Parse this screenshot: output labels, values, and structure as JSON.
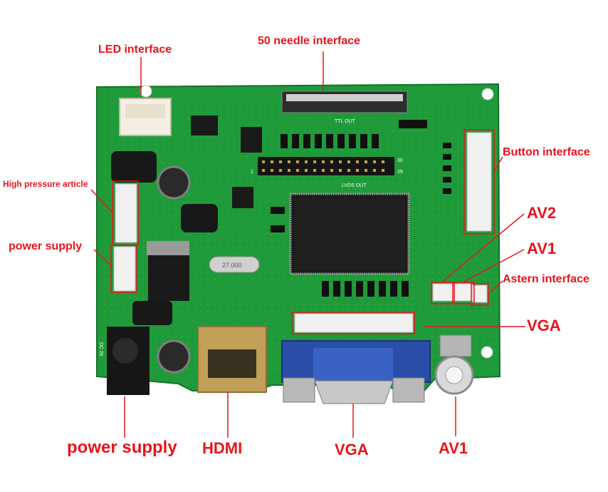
{
  "colors": {
    "label_red": "#e8141b",
    "pcb_green": "#1f9a3a",
    "pcb_dark": "#167a2d",
    "connector_white": "#f1f1f1",
    "vga_blue": "#2a4ea8"
  },
  "labels": {
    "led_interface": "LED interface",
    "needle_interface": "50 needle interface",
    "button_interface": "Button interface",
    "high_pressure": "High pressure article",
    "power_supply_left": "power supply",
    "av2": "AV2",
    "av1_right": "AV1",
    "astern_interface": "Astern interface",
    "vga_right": "VGA",
    "power_supply_bottom": "power supply",
    "hdmi": "HDMI",
    "vga_bottom": "VGA",
    "av1_bottom": "AV1"
  },
  "board_print": {
    "ttl_out": "TTL OUT",
    "lvds_out": "LVDS OUT",
    "pin_30": "30",
    "pin_29": "29",
    "pin_1": "1",
    "dc_in": "DC IN",
    "crystal": "27.000"
  }
}
